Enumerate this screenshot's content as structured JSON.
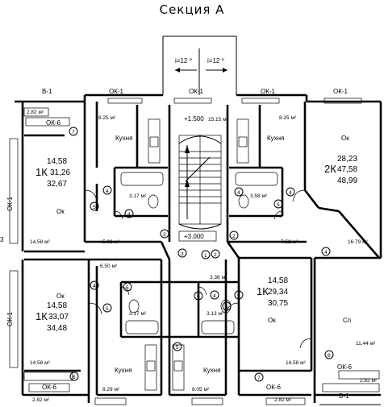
{
  "title": "Секция А",
  "slopes": [
    "i=12 ⁰",
    "i=12 ⁰"
  ],
  "windows": {
    "b1": "В-1",
    "ok1": "ОК-1",
    "ok6": "ОК-6"
  },
  "stair": {
    "landing_mark": "+1.500",
    "floor_mark": "+3.000",
    "area": "15.15 м²"
  },
  "rooms": {
    "kitchen": "Кухня",
    "living": "Ок",
    "bedroom": "Сп"
  },
  "apartments": [
    {
      "id": "a1",
      "type": "1К",
      "l1": "14,58",
      "l2": "31,26",
      "l3": "32,67"
    },
    {
      "id": "a2",
      "type": "2К",
      "l1": "28,23",
      "l2": "47,58",
      "l3": "48,99"
    },
    {
      "id": "a3",
      "type": "1К",
      "l1": "14,58",
      "l2": "33,07",
      "l3": "34,48"
    },
    {
      "id": "a4",
      "type": "1К",
      "l1": "14,58",
      "l2": "29,34",
      "l3": "30,75"
    }
  ],
  "areas": {
    "tl_balcony": "2.82 м²",
    "k1": "8.25 м²",
    "k2": "8.25 м²",
    "bath1": "3.17 м²",
    "bath2": "3.58 м²",
    "hall1": "5.06 м²",
    "hall2": "7.52 м²",
    "livingR": "16.79 м²",
    "living1": "14.58 м²",
    "hall3": "6.50 м²",
    "corr": "3.36 м²",
    "bath3": "3.17 м²",
    "bath4": "3.13 м²",
    "living3": "14.58 м²",
    "living4": "14.58 м²",
    "bedR": "11.44 м²",
    "k3": "8.29 м²",
    "k4": "8.05 м²",
    "bl_balcony": "2.82 м²",
    "br_balcony": "2.82 м²",
    "br2_balcony": "2.82 м²"
  },
  "axis_marks": [
    "1",
    "2",
    "3",
    "4",
    "5",
    "6",
    "7"
  ],
  "side_marks": {
    "left1": "ОК-1",
    "left2": "ОК-1",
    "edge": "3"
  }
}
